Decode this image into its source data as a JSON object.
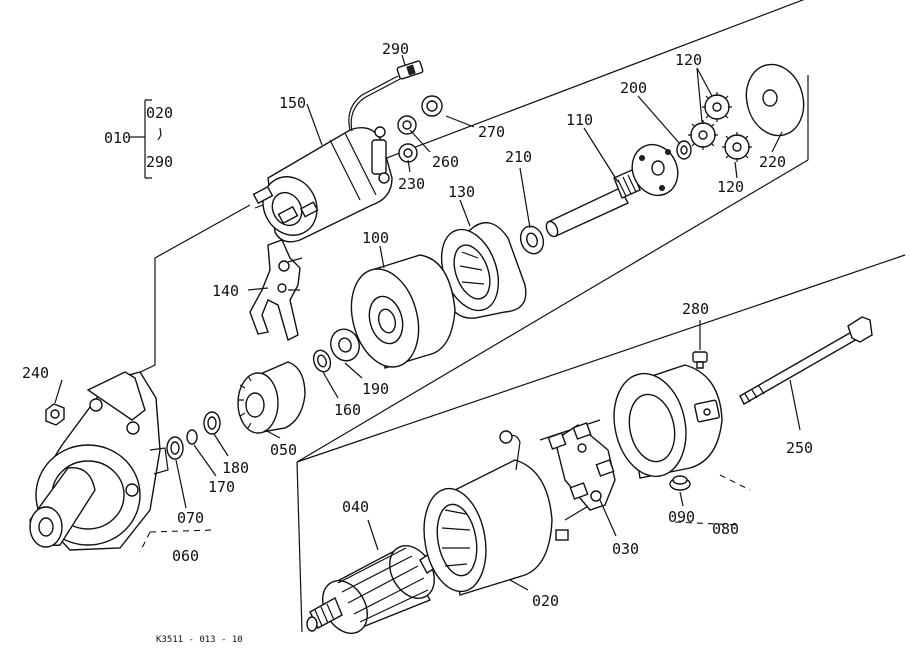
{
  "labels": {
    "p010": "010",
    "p020_range": "020",
    "p290_range": "290",
    "p290": "290",
    "p150": "150",
    "p270": "270",
    "p260": "260",
    "p230": "230",
    "p130": "130",
    "p210": "210",
    "p110": "110",
    "p200": "200",
    "p120a": "120",
    "p120b": "120",
    "p220": "220",
    "p100": "100",
    "p140": "140",
    "p240": "240",
    "p190": "190",
    "p160": "160",
    "p050": "050",
    "p180": "180",
    "p170": "170",
    "p070": "070",
    "p060": "060",
    "p280": "280",
    "p250": "250",
    "p090": "090",
    "p080": "080",
    "p030": "030",
    "p040": "040",
    "p020": "020"
  },
  "drawing_code": "K3511 - 013 - 10"
}
